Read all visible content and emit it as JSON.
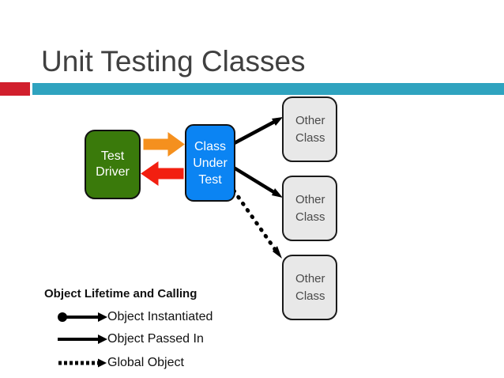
{
  "slide": {
    "title": "Unit Testing Classes",
    "accent_red": "#d11f2d",
    "accent_teal": "#2fa3bf",
    "title_color": "#404040",
    "background": "#ffffff"
  },
  "diagram": {
    "nodes": [
      {
        "id": "test-driver",
        "label": "Test\nDriver",
        "fill": "#3a7a0b",
        "text_color": "#ffffff"
      },
      {
        "id": "class-under-test",
        "label": "Class\nUnder\nTest",
        "fill": "#0b84f3",
        "text_color": "#ffffff"
      },
      {
        "id": "other-class-1",
        "label": "Other\nClass",
        "fill": "#e8e8e8",
        "text_color": "#4a4a4a"
      },
      {
        "id": "other-class-2",
        "label": "Other\nClass",
        "fill": "#e8e8e8",
        "text_color": "#4a4a4a"
      },
      {
        "id": "other-class-3",
        "label": "Other\nClass",
        "fill": "#e8e8e8",
        "text_color": "#4a4a4a"
      }
    ],
    "connectors": [
      {
        "id": "driver-to-cut",
        "from": "test-driver",
        "to": "class-under-test",
        "style": "solid-block",
        "color": "#f5901e",
        "direction": "right"
      },
      {
        "id": "cut-to-driver",
        "from": "class-under-test",
        "to": "test-driver",
        "style": "solid-block",
        "color": "#f21f10",
        "direction": "left"
      },
      {
        "id": "cut-to-other-1",
        "from": "class-under-test",
        "to": "other-class-1",
        "style": "solid-dot-start",
        "color": "#000000",
        "legend": "Object Instantiated"
      },
      {
        "id": "cut-to-other-2",
        "from": "class-under-test",
        "to": "other-class-2",
        "style": "solid",
        "color": "#000000",
        "legend": "Object Passed In"
      },
      {
        "id": "cut-to-other-3",
        "from": "class-under-test",
        "to": "other-class-3",
        "style": "dotted",
        "color": "#000000",
        "legend": "Global Object"
      }
    ]
  },
  "legend": {
    "title": "Object Lifetime and Calling",
    "items": [
      {
        "symbol": "dot-arrow",
        "label": "Object Instantiated"
      },
      {
        "symbol": "plain-arrow",
        "label": "Object Passed In"
      },
      {
        "symbol": "dotted-arrow",
        "label": "Global Object"
      }
    ]
  }
}
